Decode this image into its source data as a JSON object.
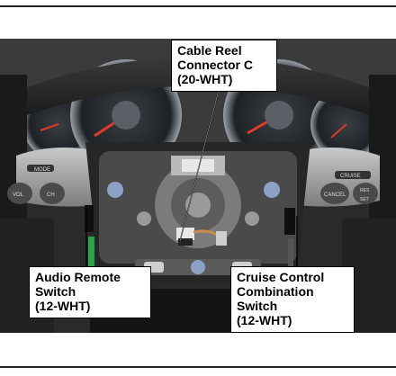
{
  "callouts": {
    "cable_reel": "Cable Reel\nConnector C\n(20-WHT)",
    "audio_remote": "Audio Remote\nSwitch\n(12-WHT)",
    "cruise_control": "Cruise Control\nCombination\nSwitch\n(12-WHT)"
  },
  "button_labels": {
    "mode": "MODE",
    "vol": "VOL",
    "ch": "CH",
    "cruise": "CRUISE",
    "cancel": "CANCEL",
    "res": "RES",
    "set": "SET"
  },
  "colors": {
    "callout_border": "#000000",
    "photo_dark": "#1b1b1b",
    "connector_white": "#e8e8e8"
  }
}
